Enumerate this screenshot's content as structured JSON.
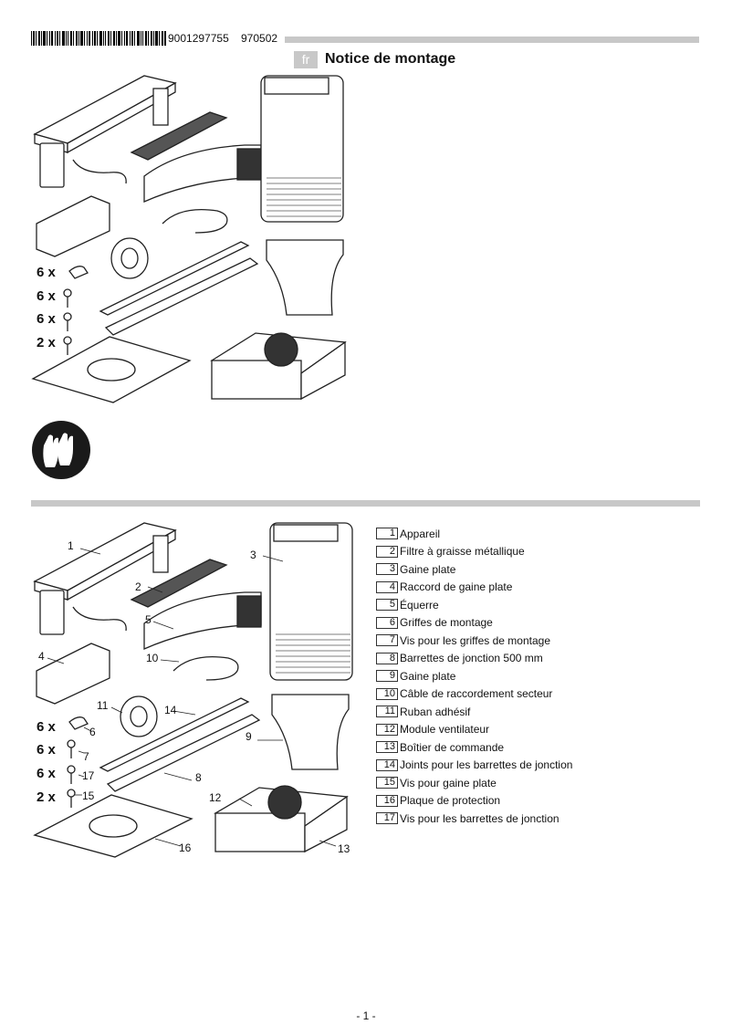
{
  "header": {
    "barcode_number": "9001297755",
    "document_code": "970502",
    "language_badge": "fr",
    "title": "Notice de montage"
  },
  "quantities": {
    "q1": "6 x",
    "q2": "6 x",
    "q3": "6 x",
    "q4": "2 x"
  },
  "callouts": [
    "1",
    "2",
    "3",
    "4",
    "5",
    "6",
    "7",
    "8",
    "9",
    "10",
    "11",
    "12",
    "13",
    "14",
    "15",
    "16",
    "17"
  ],
  "legend": {
    "items": [
      {
        "num": "1",
        "label": "Appareil"
      },
      {
        "num": "2",
        "label": "Filtre à graisse métallique"
      },
      {
        "num": "3",
        "label": "Gaine plate"
      },
      {
        "num": "4",
        "label": "Raccord de gaine plate"
      },
      {
        "num": "5",
        "label": "Équerre"
      },
      {
        "num": "6",
        "label": "Griffes de montage"
      },
      {
        "num": "7",
        "label": "Vis pour les griffes de montage"
      },
      {
        "num": "8",
        "label": "Barrettes de jonction 500 mm"
      },
      {
        "num": "9",
        "label": "Gaine plate"
      },
      {
        "num": "10",
        "label": "Câble de raccordement secteur"
      },
      {
        "num": "11",
        "label": "Ruban adhésif"
      },
      {
        "num": "12",
        "label": "Module ventilateur"
      },
      {
        "num": "13",
        "label": "Boîtier de commande"
      },
      {
        "num": "14",
        "label": "Joints pour les barrettes de jonction"
      },
      {
        "num": "15",
        "label": "Vis pour gaine plate"
      },
      {
        "num": "16",
        "label": "Plaque de protection"
      },
      {
        "num": "17",
        "label": "Vis pour les barrettes de jonction"
      }
    ]
  },
  "footer": {
    "page_number": "- 1 -"
  }
}
